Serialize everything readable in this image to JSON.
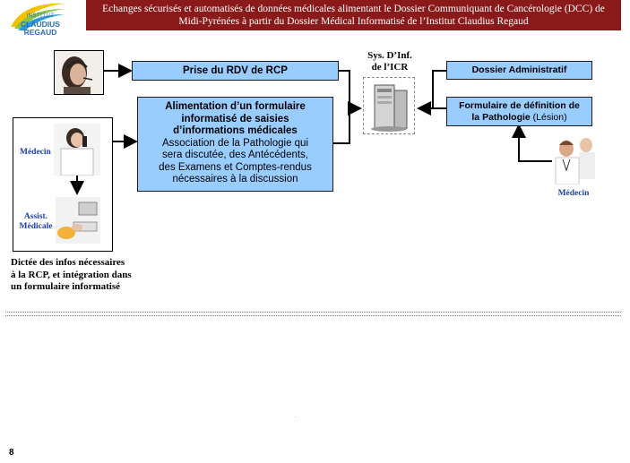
{
  "header": {
    "line1": "Echanges sécurisés et automatisés de données médicales alimentant le Dossier Communiquant de Cancérologie (DCC) de",
    "line2": "Midi-Pyrénées à partir du Dossier Médical Informatisé de l’Institut Claudius Regaud",
    "bg_color": "#8a1a1a"
  },
  "logo": {
    "line1": "INSTITUT",
    "line2": "CLAUDIUS",
    "line3": "REGAUD"
  },
  "box_rdv": {
    "label": "Prise du RDV de RCP"
  },
  "box_form": {
    "title_line1": "Alimentation d’un formulaire",
    "title_line2": "informatisé de saisies",
    "title_line3": "d’informations médicales",
    "body_line1": "Association de la Pathologie qui",
    "body_line2": "sera discutée, des Antécédents,",
    "body_line3": "des Examens et Comptes-rendus",
    "body_line4": "nécessaires à la discussion"
  },
  "system": {
    "line1": "Sys. D’Inf.",
    "line2": "de l’ICR"
  },
  "box_admin": {
    "label": "Dossier Administratif"
  },
  "box_patho": {
    "bold_line1": "Formulaire de définition de",
    "bold_line2": "la Pathologie",
    "normal": "(Lésion)"
  },
  "left_group": {
    "medecin_label": "Médecin",
    "assist_label_line1": "Assist.",
    "assist_label_line2": "Médicale"
  },
  "dictee": {
    "line1": "Dictée des infos nécessaires",
    "line2": "à la RCP, et intégration dans",
    "line3": "un formulaire informatisé"
  },
  "right_medecin_label": "Médecin",
  "page_number": "8",
  "colors": {
    "box_fill": "#99ccff",
    "label_blue": "#1f3fb0"
  }
}
